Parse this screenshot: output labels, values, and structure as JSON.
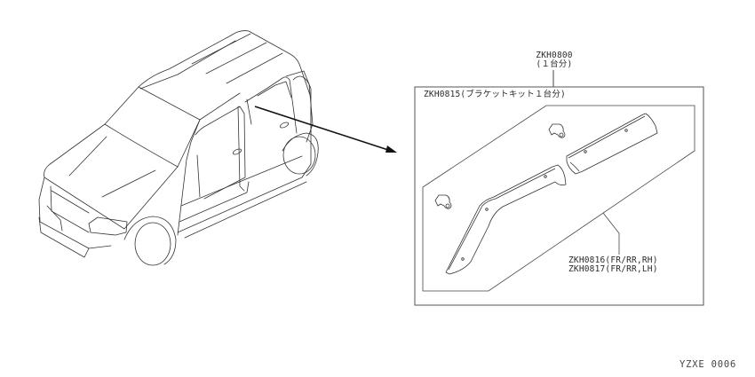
{
  "diagram": {
    "type": "parts-illustration",
    "subject": "door visor set",
    "assembly": {
      "part_no": "ZKH0800",
      "qty_note": "(１台分)"
    },
    "bracket_kit": {
      "label": "ZKH0815(ブラケットキット１台分)"
    },
    "visors": [
      {
        "label": "ZKH0816(FR/RR,RH)"
      },
      {
        "label": "ZKH0817(FR/RR,LH)"
      }
    ],
    "figure_code": "YZXE 0006",
    "colors": {
      "line": "#333333",
      "background": "#ffffff"
    }
  }
}
